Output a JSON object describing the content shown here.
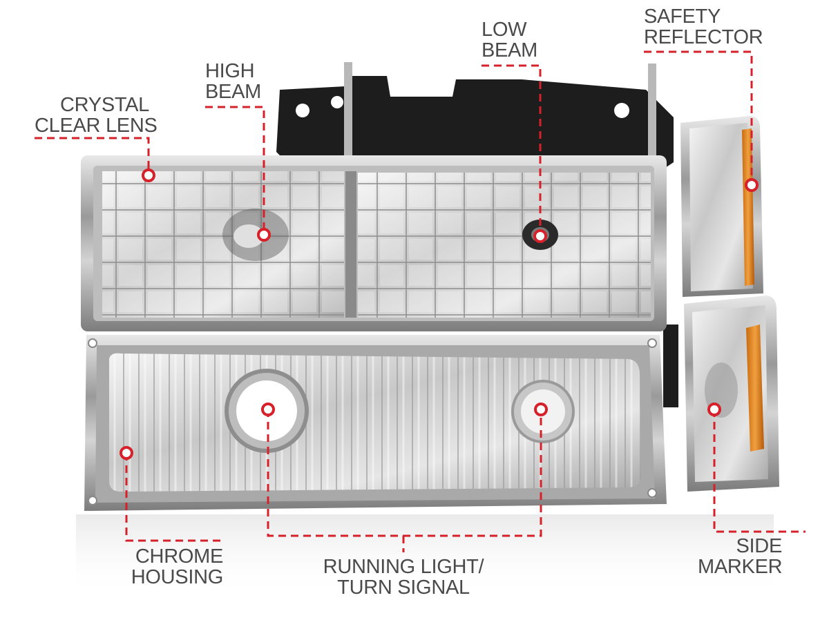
{
  "image": {
    "subject": "headlight-assembly-set",
    "accent_color": "#d6202a",
    "background_color": "#ffffff"
  },
  "callouts": {
    "crystal_clear_lens": {
      "line1": "CRYSTAL",
      "line2": "CLEAR LENS"
    },
    "high_beam": {
      "line1": "HIGH",
      "line2": "BEAM"
    },
    "low_beam": {
      "line1": "LOW",
      "line2": "BEAM"
    },
    "safety_reflector": {
      "line1": "SAFETY",
      "line2": "REFLECTOR"
    },
    "chrome_housing": {
      "line1": "CHROME",
      "line2": "HOUSING"
    },
    "running_light": {
      "line1": "RUNNING LIGHT/",
      "line2": "TURN SIGNAL"
    },
    "side_marker": {
      "line1": "SIDE",
      "line2": "MARKER"
    }
  }
}
